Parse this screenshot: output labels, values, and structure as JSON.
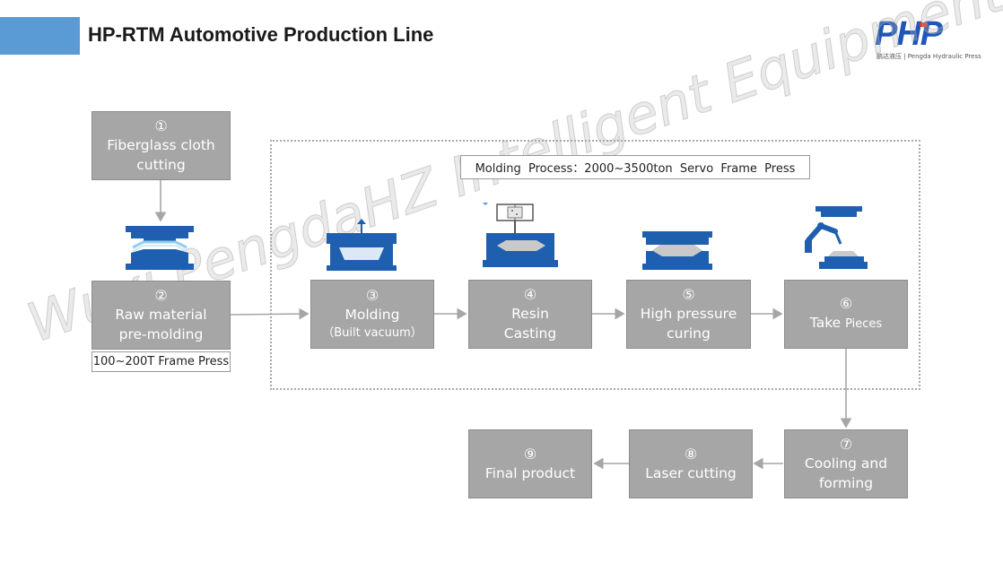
{
  "header": {
    "title": "HP-RTM Automotive Production Line",
    "accent_color": "#5b9bd5"
  },
  "logo": {
    "wordmark": "PHP",
    "subtitle": "鹏达液压 | Pengda Hydraulic Press",
    "brand_color": "#1f57b8"
  },
  "watermark": "Wuxi PengdaHZ Intelligent Equipment Co.,Ltd",
  "process_label": "Molding  Process：2000~3500ton  Servo  Frame  Press",
  "press_label": "100~200T Frame Press",
  "steps": [
    {
      "num": "①",
      "line1": "Fiberglass cloth",
      "line2": "cutting"
    },
    {
      "num": "②",
      "line1": "Raw material",
      "line2": "pre-molding"
    },
    {
      "num": "③",
      "line1": "Molding",
      "line2": "（Built vacuum）"
    },
    {
      "num": "④",
      "line1": "Resin",
      "line2": "Casting"
    },
    {
      "num": "⑤",
      "line1": "High pressure",
      "line2": "curing"
    },
    {
      "num": "⑥",
      "line1": "Take ",
      "line1b": "Pieces"
    },
    {
      "num": "⑦",
      "line1": "Cooling and",
      "line2": "forming"
    },
    {
      "num": "⑧",
      "line1": "Laser cutting"
    },
    {
      "num": "⑨",
      "line1": "Final product"
    }
  ],
  "icons": {
    "preform": "preform-press-icon",
    "molding": "vacuum-mold-icon",
    "casting": "resin-injection-icon",
    "curing": "curing-press-icon",
    "take": "robot-arm-icon"
  },
  "colors": {
    "box_fill": "#a6a6a6",
    "mold_blue": "#1f5fb0",
    "arrow": "#a6a6a6"
  }
}
